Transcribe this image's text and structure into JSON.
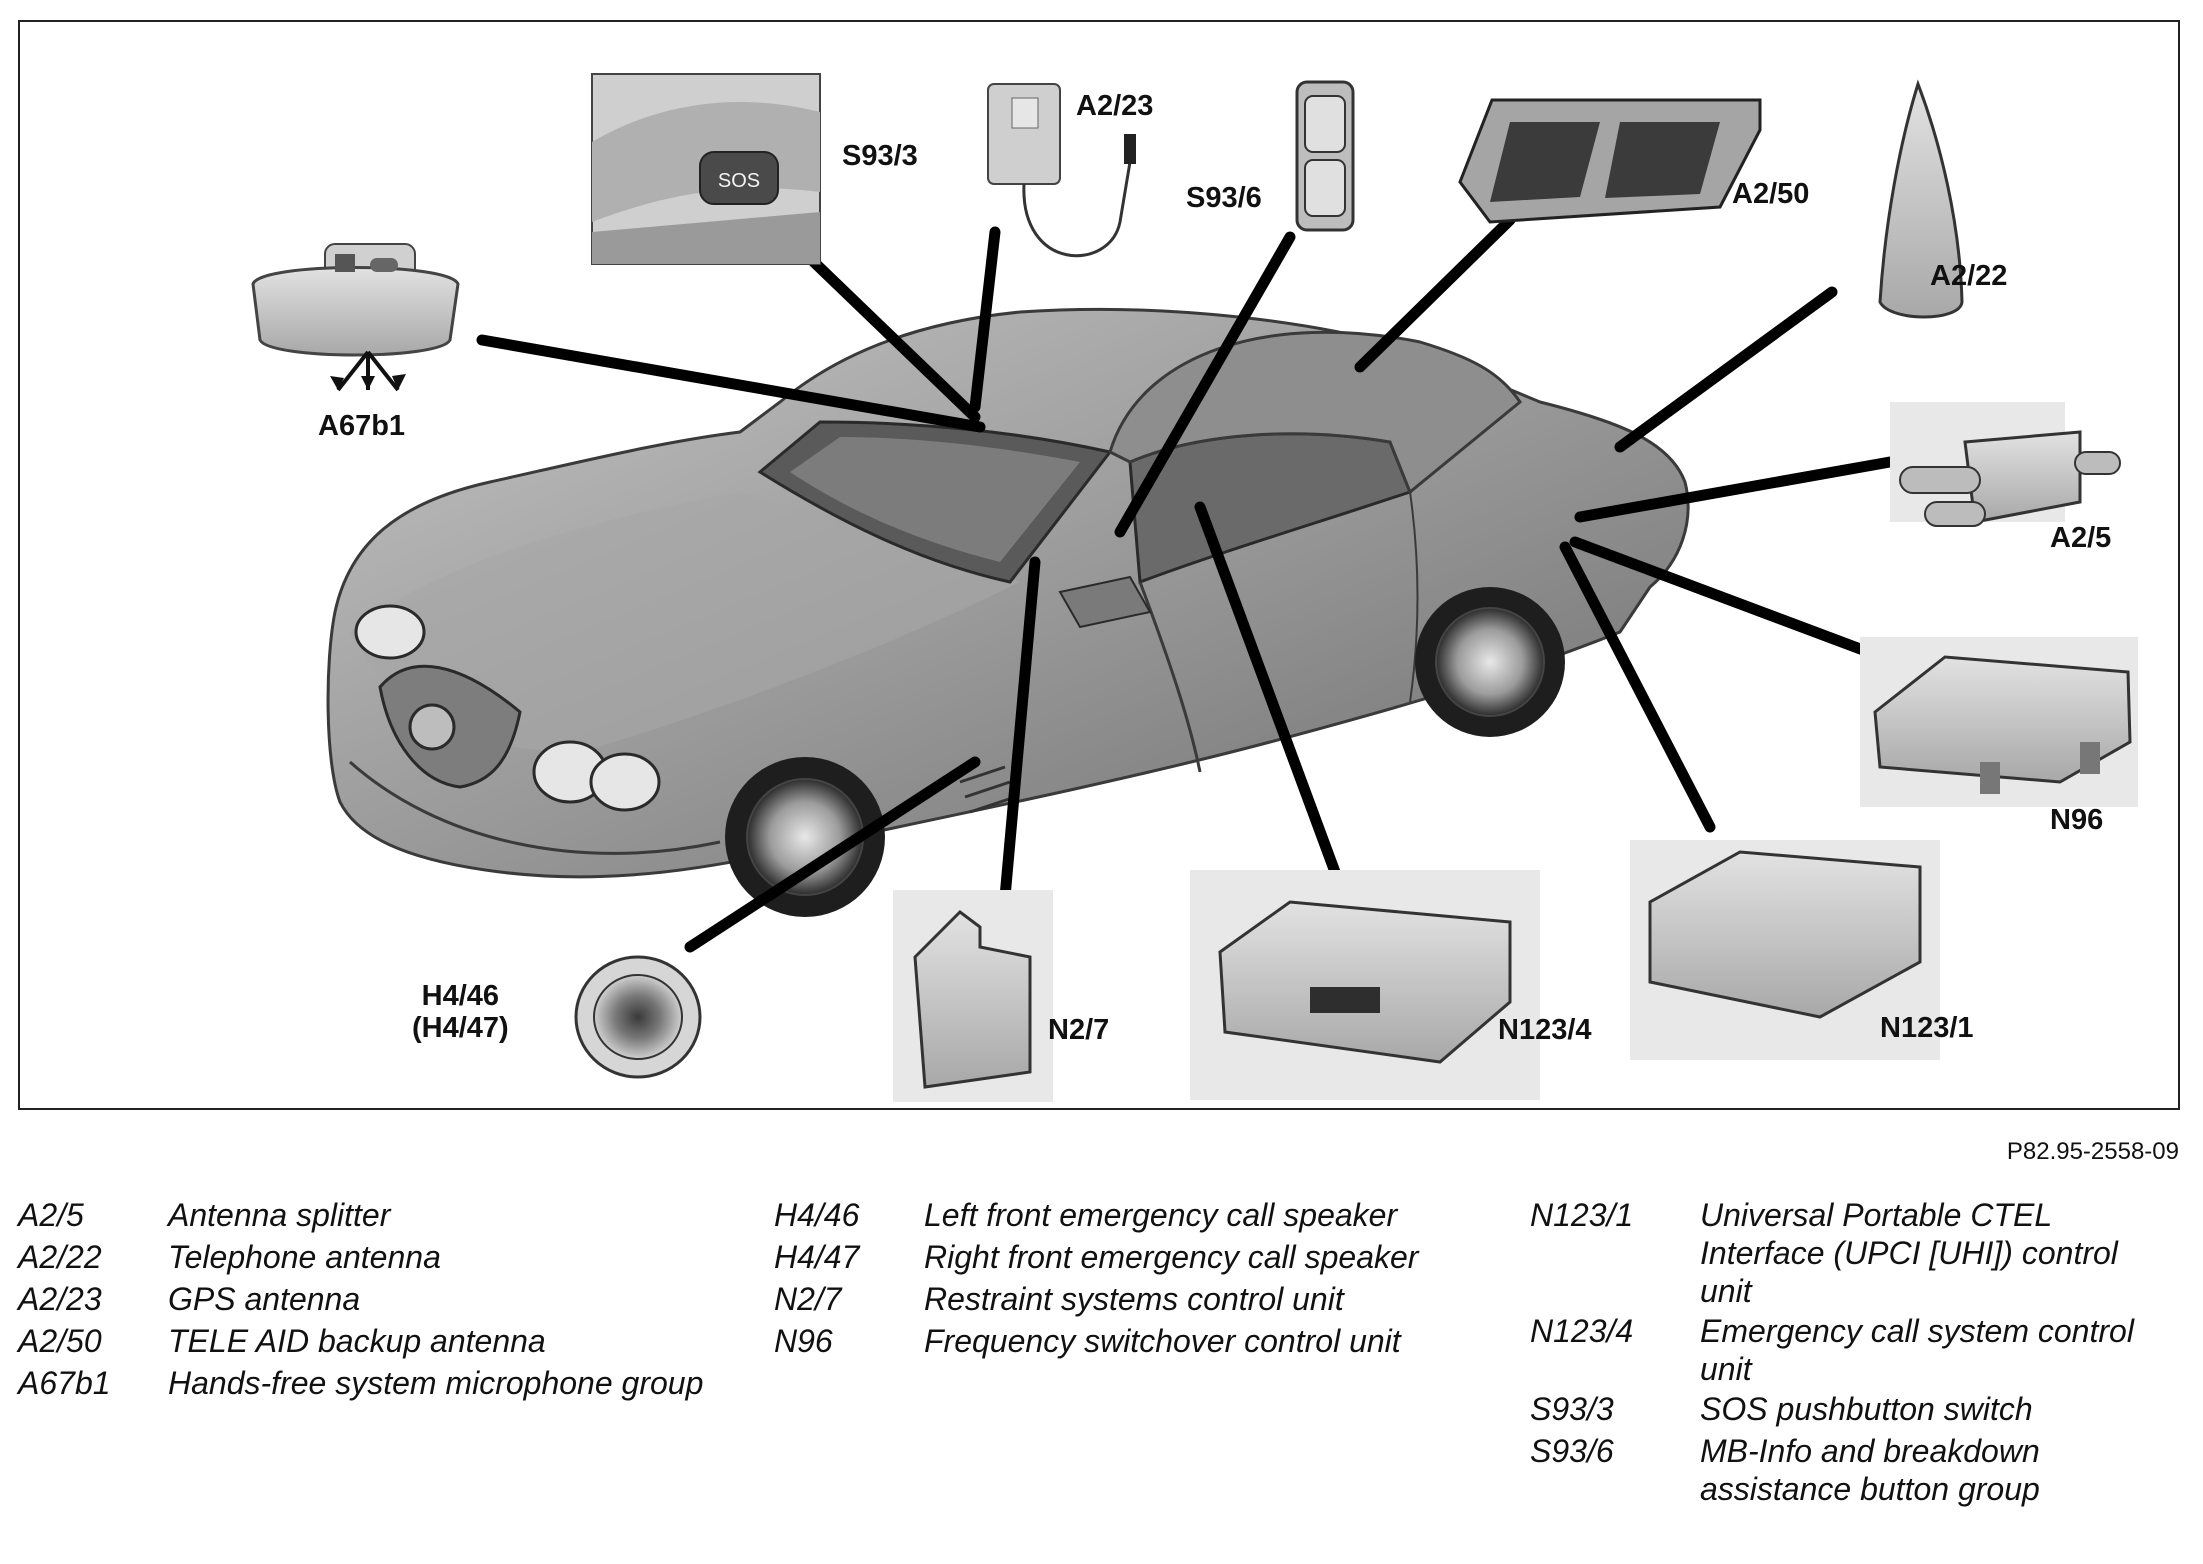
{
  "figure_id": "P82.95-2558-09",
  "callouts": {
    "a67b1": "A67b1",
    "s93_3": "S93/3",
    "a2_23": "A2/23",
    "s93_6": "S93/6",
    "a2_50": "A2/50",
    "a2_22": "A2/22",
    "a2_5": "A2/5",
    "n96": "N96",
    "n123_1": "N123/1",
    "n123_4": "N123/4",
    "n2_7": "N2/7",
    "h4_46": "H4/46",
    "h4_47": "(H4/47)",
    "sos_button_text": "SOS"
  },
  "legend": {
    "col1": [
      {
        "code": "A2/5",
        "desc": "Antenna splitter"
      },
      {
        "code": "A2/22",
        "desc": "Telephone antenna"
      },
      {
        "code": "A2/23",
        "desc": "GPS antenna"
      },
      {
        "code": "A2/50",
        "desc": "TELE AID backup antenna"
      },
      {
        "code": "A67b1",
        "desc": "Hands-free system microphone group"
      }
    ],
    "col2": [
      {
        "code": "H4/46",
        "desc": "Left front emergency call speaker"
      },
      {
        "code": "H4/47",
        "desc": "Right front emergency call speaker"
      },
      {
        "code": "N2/7",
        "desc": "Restraint systems control unit"
      },
      {
        "code": "N96",
        "desc": "Frequency switchover control unit"
      }
    ],
    "col3": [
      {
        "code": "N123/1",
        "desc": "Universal Portable CTEL Interface (UPCI [UHI]) control unit"
      },
      {
        "code": "N123/4",
        "desc": "Emergency call system control unit"
      },
      {
        "code": "S93/3",
        "desc": "SOS pushbutton switch"
      },
      {
        "code": "S93/6",
        "desc": "MB-Info and breakdown assistance button group"
      }
    ]
  }
}
